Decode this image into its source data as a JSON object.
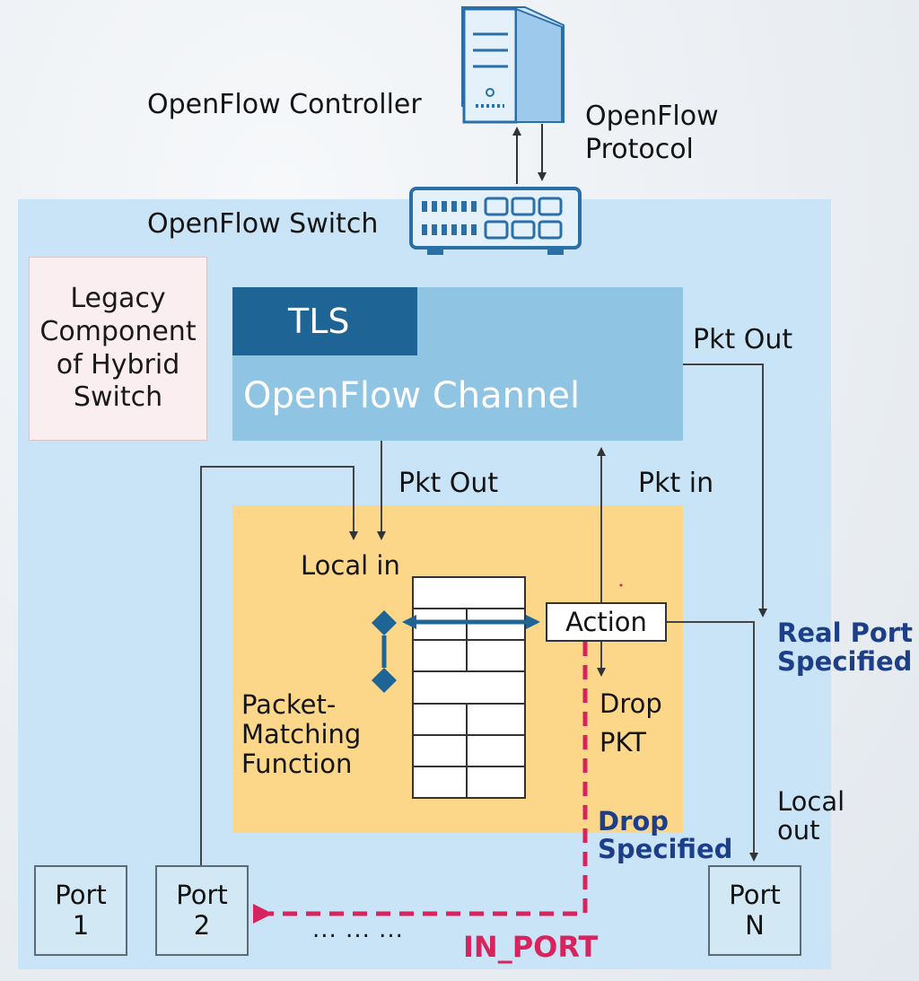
{
  "labels": {
    "controller": "OpenFlow Controller",
    "protocol_line1": "OpenFlow",
    "protocol_line2": "Protocol",
    "switch": "OpenFlow Switch",
    "legacy": "Legacy Component of Hybrid Switch",
    "tls": "TLS",
    "channel": "OpenFlow Channel",
    "pkt_out_right": "Pkt Out",
    "pkt_out_center": "Pkt Out",
    "pkt_in": "Pkt in",
    "local_in": "Local in",
    "action": "Action",
    "drop_pkt_line1": "Drop",
    "drop_pkt_line2": "PKT",
    "pmf_line1": "Packet-",
    "pmf_line2": "Matching",
    "pmf_line3": "Function",
    "real_port_line1": "Real Port",
    "real_port_line2": "Specified",
    "drop_specified_line1": "Drop",
    "drop_specified_line2": "Specified",
    "local_out_line1": "Local",
    "local_out_line2": "out",
    "in_port": "IN_PORT",
    "ellipsis": "... ... ..."
  },
  "ports": [
    {
      "name": "Port",
      "num": "1"
    },
    {
      "name": "Port",
      "num": "2"
    },
    {
      "name": "Port",
      "num": "N"
    }
  ],
  "colors": {
    "switch_area": "#c9e4f6",
    "channel": "#8fc4e2",
    "tls": "#1e6494",
    "pmf": "#fcd78a",
    "legacy": "#fbeef0",
    "real_port_text": "#1d3f8a",
    "in_port_path": "#d7245f",
    "icon_blue": "#2b6fa8"
  },
  "icons": [
    "server-icon",
    "network-switch-icon"
  ]
}
